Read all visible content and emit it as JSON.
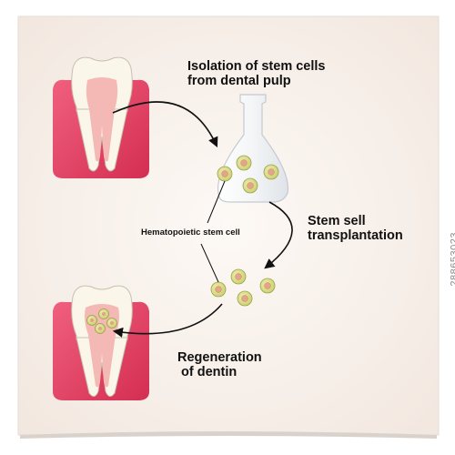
{
  "labels": {
    "isolation_line1": "Isolation  of stem cells",
    "isolation_line2": "from dental pulp",
    "hematopoietic": "Hematopoietic stem cell",
    "transplant_line1": "Stem sell",
    "transplant_line2": "transplantation",
    "regeneration_line1": "Regeneration",
    "regeneration_line2": "of  dentin"
  },
  "watermark": "288653023",
  "colors": {
    "paper": "#f5ece6",
    "gum": "#e23a5b",
    "tooth": "#fbf6ea",
    "pulp": "#f4b9b4",
    "cell_outer": "#d2d67c",
    "cell_nucleus": "#e3a487",
    "arrow": "#111111"
  }
}
